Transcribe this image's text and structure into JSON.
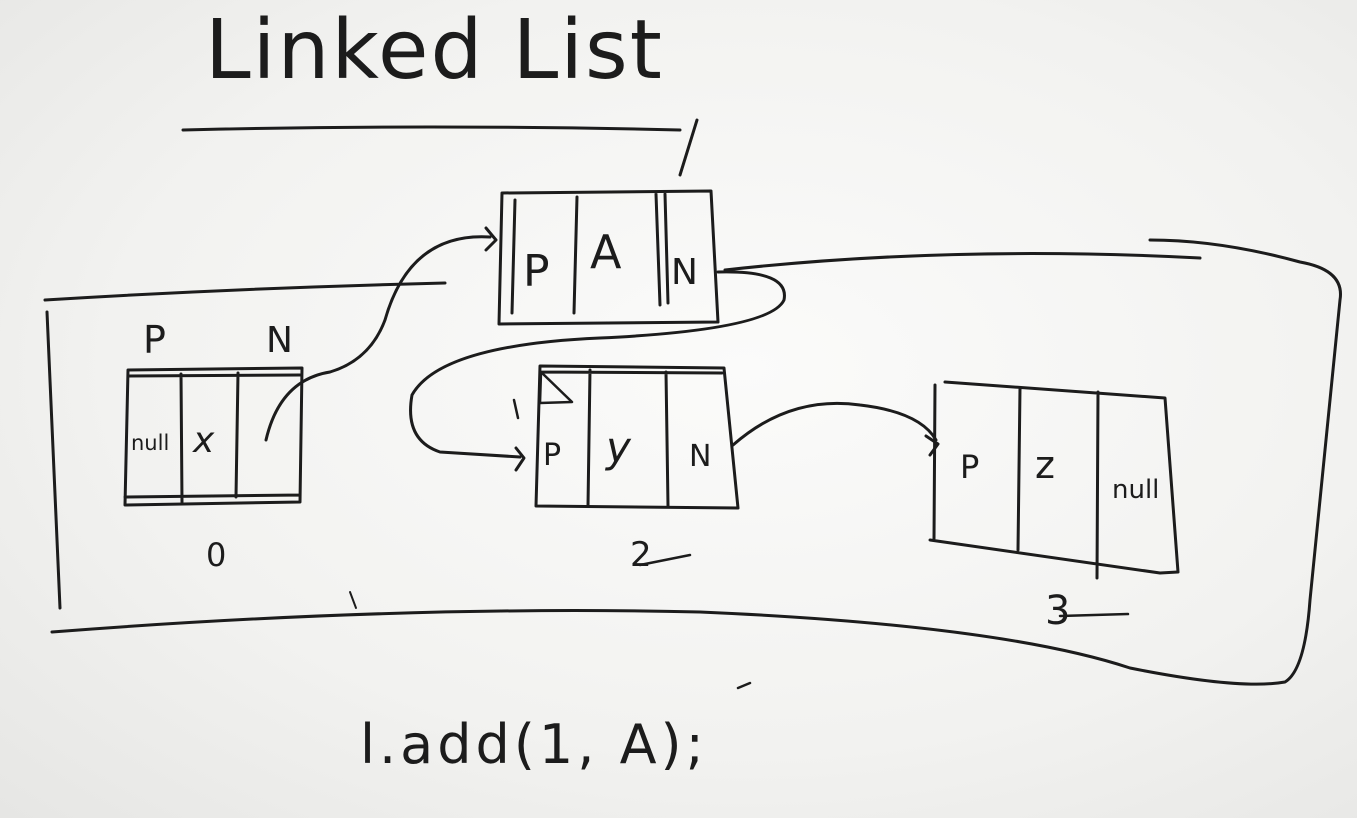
{
  "title": "Linked List",
  "nodes": {
    "new_node": {
      "cells": [
        "P",
        "A",
        "N"
      ]
    },
    "node_0": {
      "cells": [
        "null",
        "x",
        ""
      ],
      "above_labels": [
        "P",
        "N"
      ],
      "index": "0"
    },
    "node_2": {
      "cells": [
        "P",
        "y",
        "N"
      ],
      "index": "2"
    },
    "node_3": {
      "cells": [
        "P",
        "z",
        "null"
      ],
      "index": "3"
    }
  },
  "code": "l.add(1, A);",
  "colors": {
    "ink": "#1c1c1c",
    "board": "#f3f3f1"
  }
}
